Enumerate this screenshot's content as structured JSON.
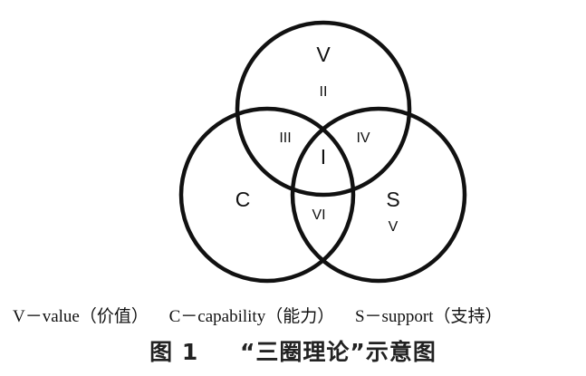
{
  "venn": {
    "circle_labels": {
      "v": "V",
      "c": "C",
      "s": "S"
    },
    "region_labels": {
      "v_only": "II",
      "v_c": "III",
      "v_s": "IV",
      "center": "I",
      "c_s": "VI",
      "s_only": "V"
    }
  },
  "legend": [
    "V－value（价值）",
    "C－capability（能力）",
    "S－support（支持）"
  ],
  "caption": {
    "number": "图 1",
    "title": "“三圈理论”示意图"
  }
}
